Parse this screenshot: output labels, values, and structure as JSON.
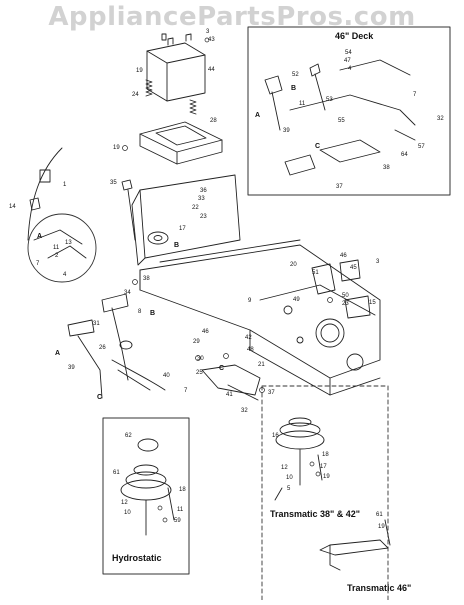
{
  "watermark": "AppliancePartsPros.com",
  "insets": {
    "deck46": "46\" Deck",
    "hydrostatic": "Hydrostatic",
    "transmatic_38_42": "Transmatic 38\" & 42\"",
    "transmatic_46": "Transmatic 46\""
  },
  "callouts": [
    {
      "id": "c43",
      "label": "43"
    },
    {
      "id": "c44",
      "label": "44"
    },
    {
      "id": "c19a",
      "label": "19"
    },
    {
      "id": "c24",
      "label": "24"
    },
    {
      "id": "c28",
      "label": "28"
    },
    {
      "id": "c19b",
      "label": "19"
    },
    {
      "id": "c35",
      "label": "35"
    },
    {
      "id": "c36",
      "label": "36"
    },
    {
      "id": "c33",
      "label": "33"
    },
    {
      "id": "c22",
      "label": "22"
    },
    {
      "id": "c23a",
      "label": "23"
    },
    {
      "id": "c17a",
      "label": "17"
    },
    {
      "id": "c38a",
      "label": "38"
    },
    {
      "id": "c34",
      "label": "34"
    },
    {
      "id": "c14",
      "label": "14"
    },
    {
      "id": "c1a",
      "label": "1"
    },
    {
      "id": "c13",
      "label": "13"
    },
    {
      "id": "c11a",
      "label": "11"
    },
    {
      "id": "c2",
      "label": "2"
    },
    {
      "id": "c4a",
      "label": "4"
    },
    {
      "id": "c7a",
      "label": "7"
    },
    {
      "id": "c20",
      "label": "20"
    },
    {
      "id": "c46a",
      "label": "46"
    },
    {
      "id": "c3a",
      "label": "3"
    },
    {
      "id": "c45",
      "label": "45"
    },
    {
      "id": "c51",
      "label": "51"
    },
    {
      "id": "c49",
      "label": "49"
    },
    {
      "id": "c50",
      "label": "50"
    },
    {
      "id": "c23b",
      "label": "23"
    },
    {
      "id": "c15",
      "label": "15"
    },
    {
      "id": "c31",
      "label": "31"
    },
    {
      "id": "c8",
      "label": "8"
    },
    {
      "id": "c26",
      "label": "26"
    },
    {
      "id": "c39",
      "label": "39"
    },
    {
      "id": "c40",
      "label": "40"
    },
    {
      "id": "c46b",
      "label": "46"
    },
    {
      "id": "c29",
      "label": "29"
    },
    {
      "id": "c30",
      "label": "30"
    },
    {
      "id": "c42",
      "label": "42"
    },
    {
      "id": "c48",
      "label": "48"
    },
    {
      "id": "c21",
      "label": "21"
    },
    {
      "id": "c25",
      "label": "25"
    },
    {
      "id": "c41",
      "label": "41"
    },
    {
      "id": "c37a",
      "label": "37"
    },
    {
      "id": "c32a",
      "label": "32"
    },
    {
      "id": "c7b",
      "label": "7"
    },
    {
      "id": "c54",
      "label": "54"
    },
    {
      "id": "c47",
      "label": "47"
    },
    {
      "id": "c4b",
      "label": "4"
    },
    {
      "id": "c52",
      "label": "52"
    },
    {
      "id": "c53",
      "label": "53"
    },
    {
      "id": "c11b",
      "label": "11"
    },
    {
      "id": "c55",
      "label": "55"
    },
    {
      "id": "c39b",
      "label": "39"
    },
    {
      "id": "c7c",
      "label": "7"
    },
    {
      "id": "c32b",
      "label": "32"
    },
    {
      "id": "c37b",
      "label": "37"
    },
    {
      "id": "c38b",
      "label": "38"
    },
    {
      "id": "c64",
      "label": "64"
    },
    {
      "id": "c57",
      "label": "57"
    },
    {
      "id": "c62",
      "label": "62"
    },
    {
      "id": "c61a",
      "label": "61"
    },
    {
      "id": "c12a",
      "label": "12"
    },
    {
      "id": "c10a",
      "label": "10"
    },
    {
      "id": "c18a",
      "label": "18"
    },
    {
      "id": "c11c",
      "label": "11"
    },
    {
      "id": "c59",
      "label": "59"
    },
    {
      "id": "c16",
      "label": "16"
    },
    {
      "id": "c12b",
      "label": "12"
    },
    {
      "id": "c10b",
      "label": "10"
    },
    {
      "id": "c18b",
      "label": "18"
    },
    {
      "id": "c17b",
      "label": "17"
    },
    {
      "id": "c19c",
      "label": "19"
    },
    {
      "id": "c5",
      "label": "5"
    },
    {
      "id": "c61b",
      "label": "61"
    },
    {
      "id": "c19d",
      "label": "19"
    },
    {
      "id": "c3b",
      "label": "3"
    },
    {
      "id": "c9",
      "label": "9"
    }
  ],
  "letters": [
    {
      "id": "lA1",
      "label": "A"
    },
    {
      "id": "lB1",
      "label": "B"
    },
    {
      "id": "lC1",
      "label": "C"
    },
    {
      "id": "lA2",
      "label": "A"
    },
    {
      "id": "lB2",
      "label": "B"
    },
    {
      "id": "lC2",
      "label": "C"
    },
    {
      "id": "lA3",
      "label": "A"
    },
    {
      "id": "lB3",
      "label": "B"
    },
    {
      "id": "lC3",
      "label": "C"
    }
  ]
}
